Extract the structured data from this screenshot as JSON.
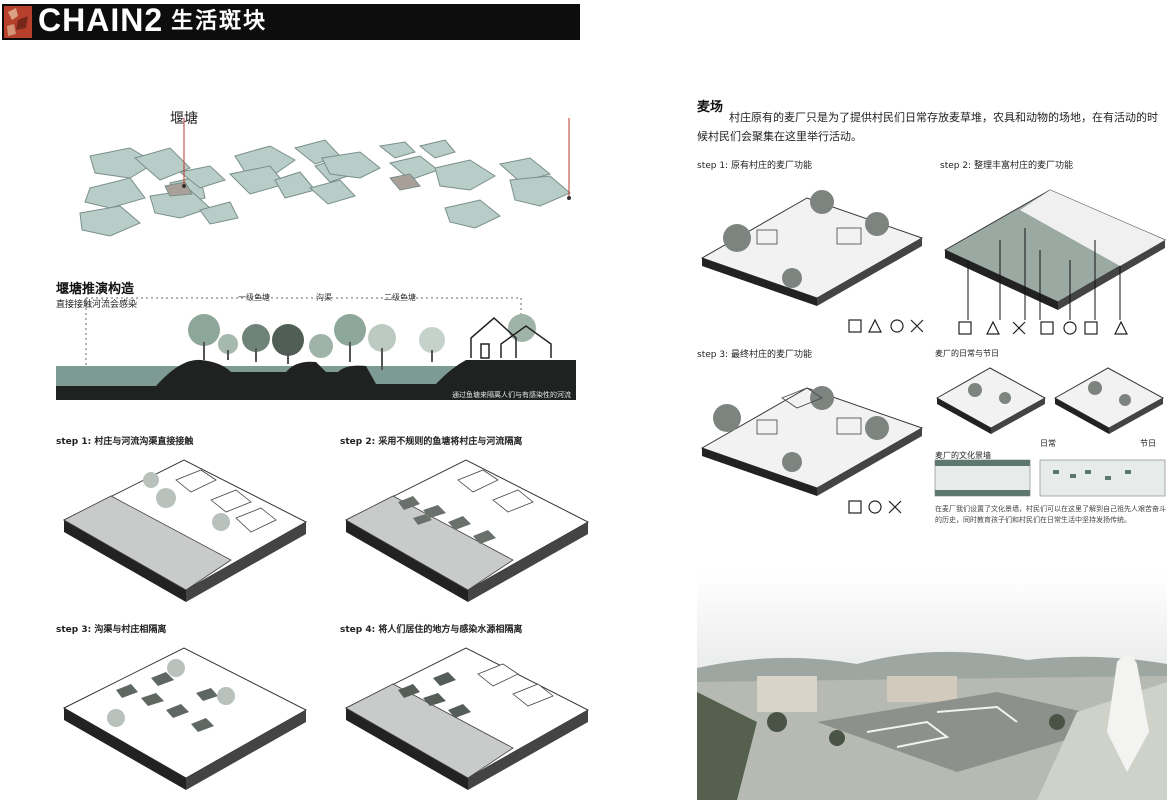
{
  "header": {
    "title": "CHAIN2",
    "subtitle": "生活斑块"
  },
  "left": {
    "pond_label": "堰塘",
    "section_title": "堰塘推演构造",
    "section_note": "直接接触河流会感染",
    "profile_labels": {
      "one": "一级鱼塘",
      "two": "沟渠",
      "three": "二级鱼塘"
    },
    "profile_caption": "通过鱼塘来隔离人们与有感染性的河流",
    "steps": [
      "step 1: 村庄与河流沟渠直接接触",
      "step 2: 采用不规则的鱼塘将村庄与河流隔离",
      "step 3: 沟渠与村庄相隔离",
      "step 4: 将人们居住的地方与感染水源相隔离"
    ]
  },
  "right": {
    "title": "麦场",
    "paragraph": "村庄原有的麦厂只是为了提供村民们日常存放麦草堆，农具和动物的场地，在有活动的时候村民们会聚集在这里举行活动。",
    "step1": "step 1: 原有村庄的麦厂功能",
    "step2": "step 2: 整理丰富村庄的麦厂功能",
    "step3": "step 3: 最终村庄的麦厂功能",
    "daily_title": "麦厂的日常与节日",
    "daily": "日常",
    "festival": "节日",
    "culture_title": "麦厂的文化景墙",
    "culture_caption": "在麦厂我们设置了文化景墙，村民们可以在这里了解到自己祖先人艰苦奋斗的历史，同时教育孩子们和村民们在日常生活中坚持发扬传统。"
  },
  "colors": {
    "header_bg": "#0d0d0d",
    "logo": "#b7402c",
    "pond_fill": "#b8ccc8",
    "ground_dark": "#1f2221",
    "water": "#7d9a93",
    "slab": "#ffffff"
  }
}
